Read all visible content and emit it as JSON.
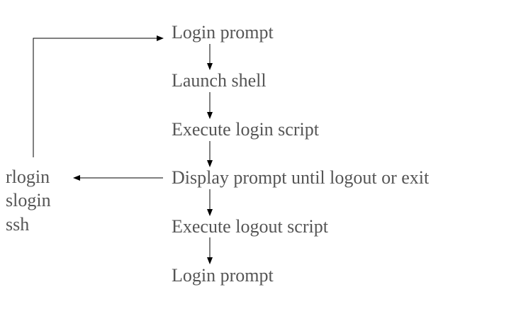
{
  "flow": {
    "steps": [
      "Login prompt",
      "Launch shell",
      "Execute login script",
      "Display prompt until logout or exit",
      "Execute logout script",
      "Login prompt"
    ]
  },
  "remote": {
    "commands": [
      "rlogin",
      "slogin",
      "ssh"
    ]
  },
  "colors": {
    "text": "#555555",
    "line": "#000000",
    "background": "#ffffff"
  }
}
